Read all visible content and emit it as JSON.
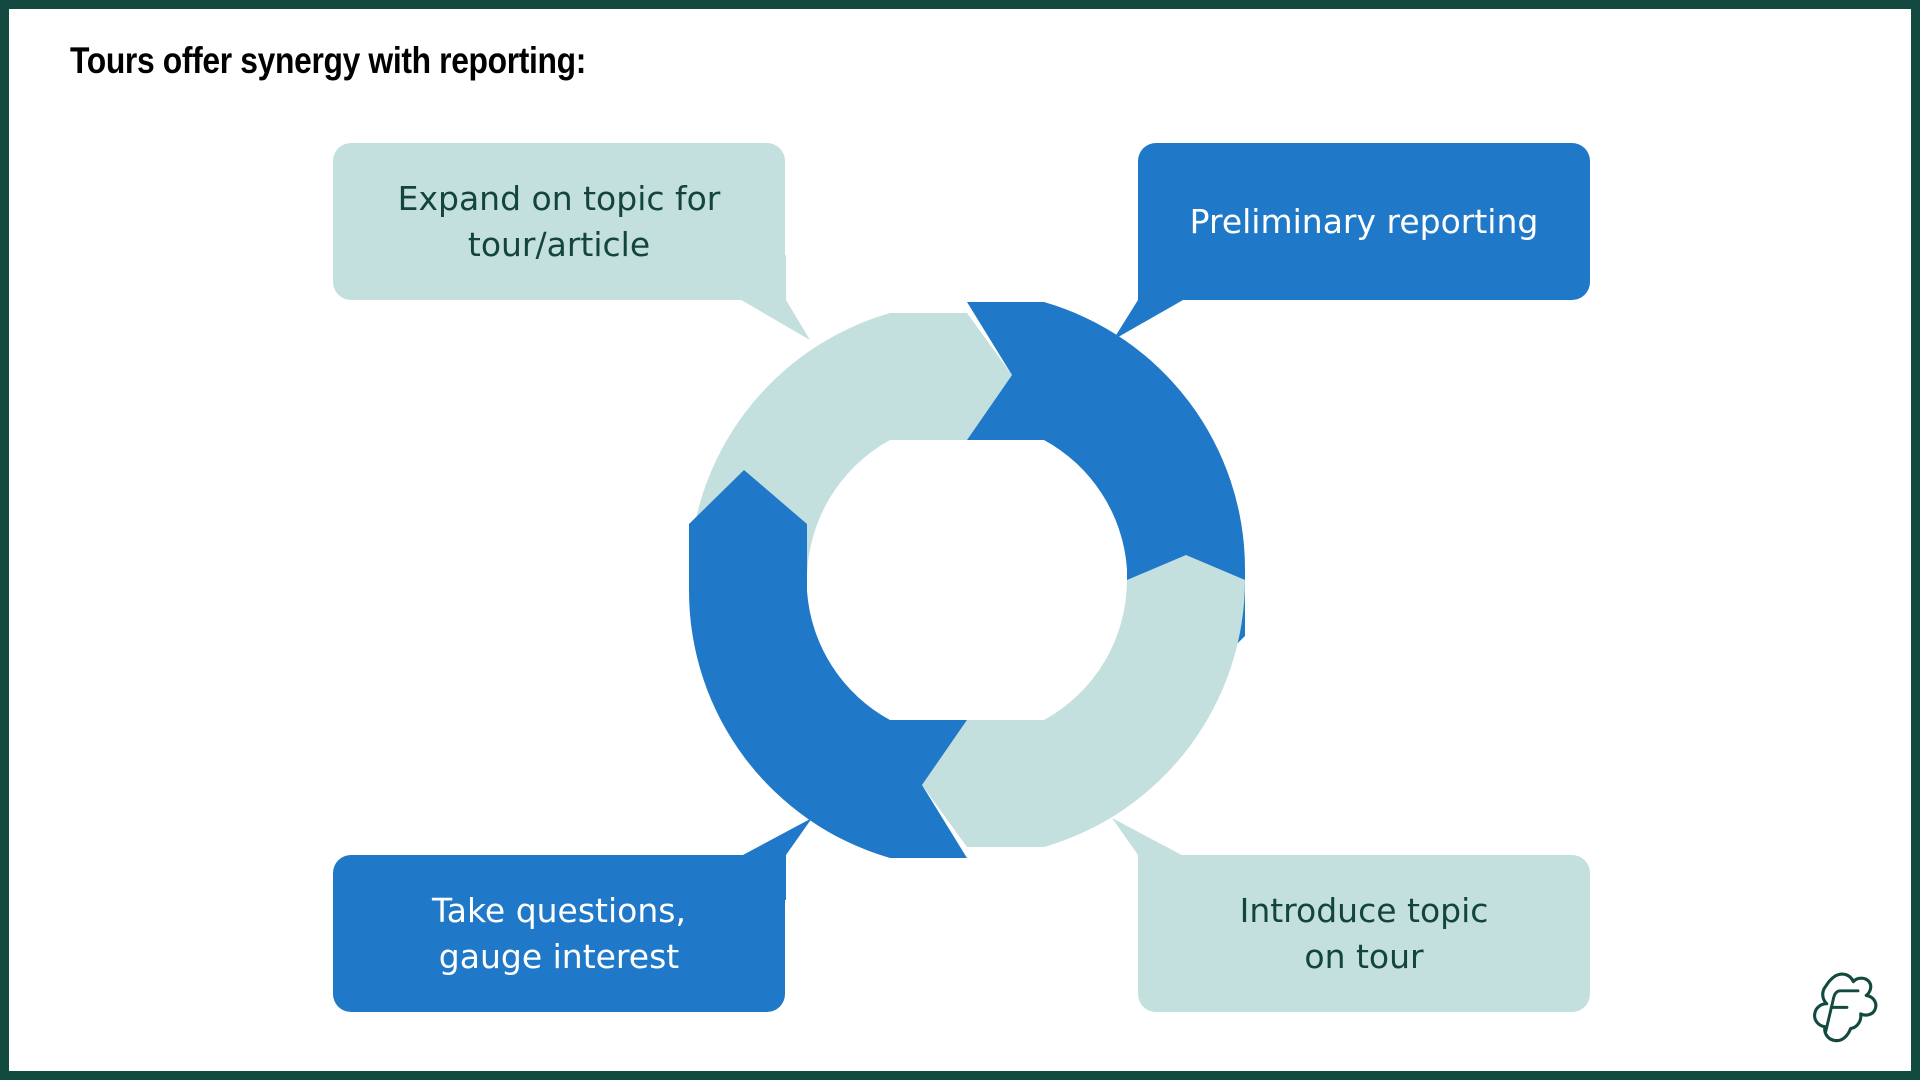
{
  "slide": {
    "title": "Tours offer synergy with reporting:",
    "background_color": "#ffffff",
    "border_color": "#134a40"
  },
  "palette": {
    "light_teal": "#c3e0de",
    "blue": "#2079c8",
    "dark_teal_text": "#14453d",
    "white": "#ffffff",
    "title_color": "#000000"
  },
  "diagram": {
    "type": "cycle",
    "shape": "chevron-donut",
    "direction": "clockwise",
    "segment_count": 4,
    "segments": [
      {
        "id": "expand",
        "label": "Expand on topic for\ntour/article",
        "color": "#c3e0de",
        "position": "top-left",
        "order": 1
      },
      {
        "id": "prelim",
        "label": "Preliminary reporting",
        "color": "#2079c8",
        "position": "top-right",
        "order": 2
      },
      {
        "id": "intro",
        "label": "Introduce topic\non tour",
        "color": "#c3e0de",
        "position": "bottom-right",
        "order": 3
      },
      {
        "id": "take",
        "label": "Take questions,\ngauge interest",
        "color": "#2079c8",
        "position": "bottom-left",
        "order": 4
      }
    ]
  },
  "callouts": {
    "expand": {
      "line1": "Expand on topic for",
      "line2": "tour/article",
      "style": "light"
    },
    "prelim": {
      "line1": "Preliminary reporting",
      "line2": "",
      "style": "blue"
    },
    "take": {
      "line1": "Take questions,",
      "line2": "gauge interest",
      "style": "blue"
    },
    "intro": {
      "line1": "Introduce topic",
      "line2": "on tour",
      "style": "light"
    }
  },
  "logo": {
    "letter": "F",
    "color": "#134a40",
    "shape": "organic-blob-outline"
  }
}
